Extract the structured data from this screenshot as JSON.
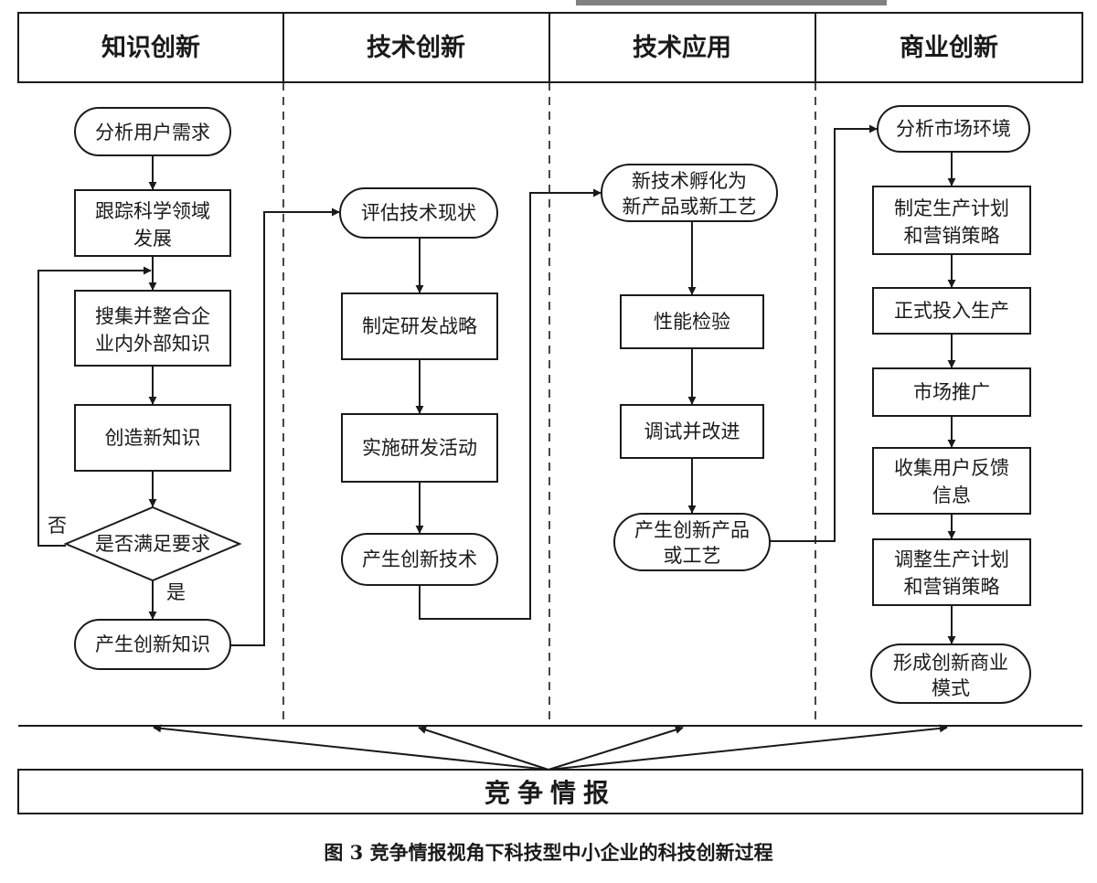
{
  "headers": [
    "知识创新",
    "技术创新",
    "技术应用",
    "商业创新"
  ],
  "col1": {
    "n1": "分析用户需求",
    "n2": [
      "跟踪科学领域",
      "发展"
    ],
    "n3": [
      "搜集并整合企",
      "业内外部知识"
    ],
    "n4": "创造新知识",
    "n5": "是否满足要求",
    "no_label": "否",
    "yes_label": "是",
    "n6": "产生创新知识"
  },
  "col2": {
    "n1": "评估技术现状",
    "n2": "制定研发战略",
    "n3": "实施研发活动",
    "n4": "产生创新技术"
  },
  "col3": {
    "n1": [
      "新技术孵化为",
      "新产品或新工艺"
    ],
    "n2": "性能检验",
    "n3": "调试并改进",
    "n4": [
      "产生创新产品",
      "或工艺"
    ]
  },
  "col4": {
    "n1": "分析市场环境",
    "n2": [
      "制定生产计划",
      "和营销策略"
    ],
    "n3": "正式投入生产",
    "n4": "市场推广",
    "n5": [
      "收集用户反馈",
      "信息"
    ],
    "n6": [
      "调整生产计划",
      "和营销策略"
    ],
    "n7": [
      "形成创新商业",
      "模式"
    ]
  },
  "bottom_label": "竞争情报",
  "caption": "图 3    竞争情报视角下科技型中小企业的科技创新过程"
}
